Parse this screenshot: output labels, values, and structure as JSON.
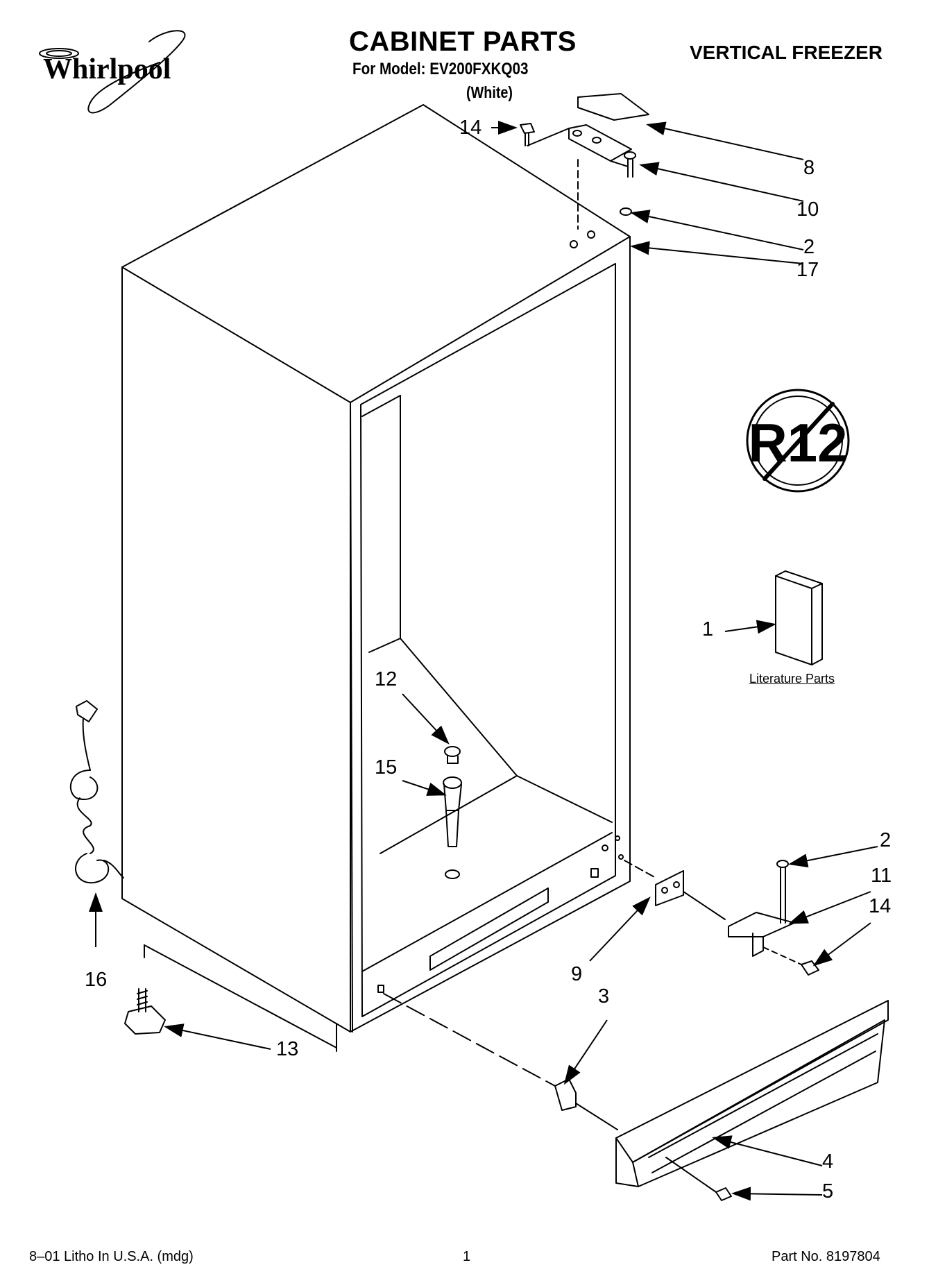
{
  "header": {
    "brand": "Whirlpool",
    "title": "CABINET PARTS",
    "model_line": "For Model: EV200FXKQ03",
    "variant": "(White)",
    "category": "VERTICAL FREEZER"
  },
  "badge": {
    "text": "R12"
  },
  "literature_label": "Literature Parts",
  "callouts": {
    "c14_top": "14",
    "c8": "8",
    "c10": "10",
    "c2_top": "2",
    "c17": "17",
    "c1": "1",
    "c12": "12",
    "c15": "15",
    "c2_bot": "2",
    "c11": "11",
    "c14_bot": "14",
    "c9": "9",
    "c3": "3",
    "c16": "16",
    "c13": "13",
    "c4": "4",
    "c5": "5"
  },
  "footer": {
    "left": "8–01 Litho In U.S.A. (mdg)",
    "page": "1",
    "part_no": "Part No. 8197804"
  }
}
